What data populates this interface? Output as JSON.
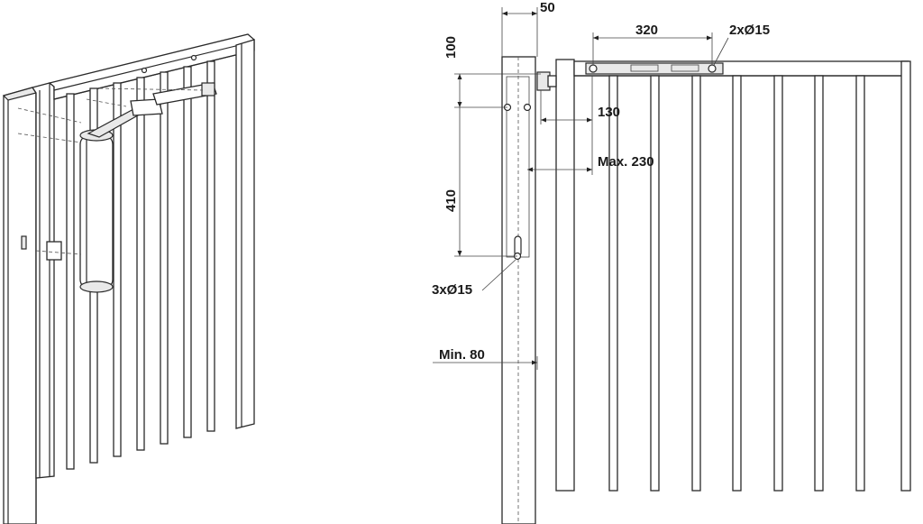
{
  "dimensions": {
    "d50": "50",
    "d320": "320",
    "d2x15": "2xØ15",
    "d100": "100",
    "d130": "130",
    "dmax230": "Max. 230",
    "d410": "410",
    "d3x15": "3xØ15",
    "dmin80": "Min. 80"
  },
  "colors": {
    "line": "#2a2a2a",
    "background": "#ffffff"
  }
}
